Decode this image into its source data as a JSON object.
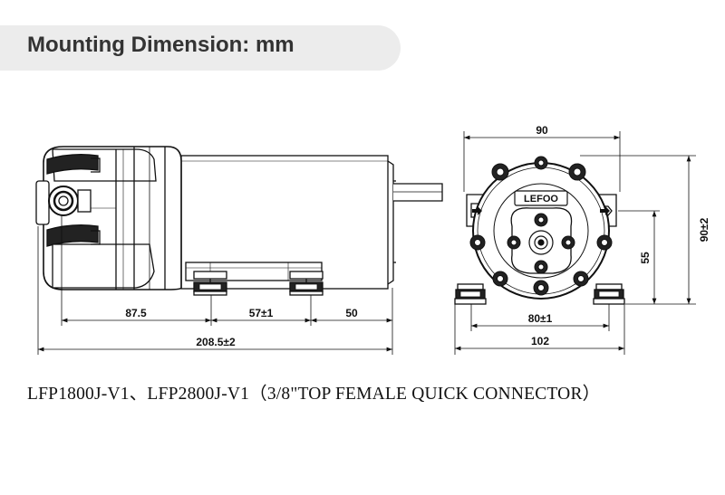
{
  "header": {
    "title": "Mounting Dimension: mm"
  },
  "side_view": {
    "dim_1": "87.5",
    "dim_2": "57±1",
    "dim_3": "50",
    "overall_length": "208.5±2"
  },
  "front_view": {
    "top_width": "90",
    "height": "90±2",
    "mount_height": "55",
    "hole_spacing": "80±1",
    "base_width": "102",
    "logo": "LEFOO"
  },
  "caption": "LFP1800J-V1、LFP2800J-V1（3/8\"TOP FEMALE QUICK CONNECTOR）"
}
